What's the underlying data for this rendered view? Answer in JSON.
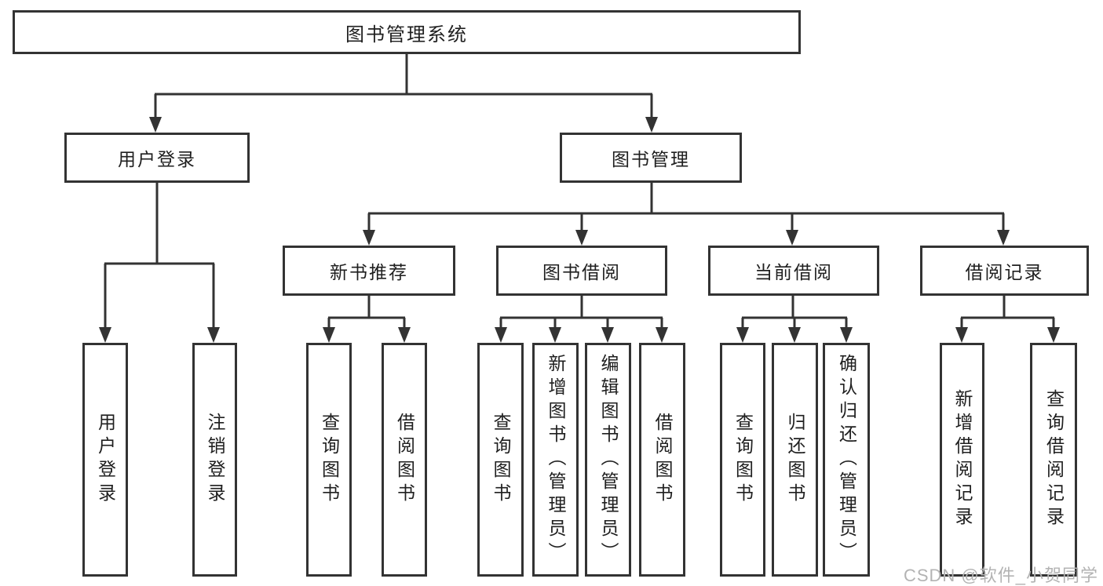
{
  "diagram": {
    "title_node": "图书管理系统",
    "level2": {
      "user_login": "用户登录",
      "book_management": "图书管理"
    },
    "level3": {
      "new_book_recommend": "新书推荐",
      "book_borrow": "图书借阅",
      "current_borrow": "当前借阅",
      "borrow_record": "借阅记录"
    },
    "leaves": {
      "user_login": [
        "用户登录",
        "注销登录"
      ],
      "new_book_recommend": [
        "查询图书",
        "借阅图书"
      ],
      "book_borrow": [
        "查询图书",
        "新增图书（管理员）",
        "编辑图书（管理员）",
        "借阅图书"
      ],
      "current_borrow": [
        "查询图书",
        "归还图书",
        "确认归还（管理员）"
      ],
      "borrow_record": [
        "新增借阅记录",
        "查询借阅记录"
      ]
    },
    "watermark": "CSDN @软件_小贺同学",
    "colors": {
      "line": "#333333",
      "text": "#1f1f1f",
      "watermark": "#b3b3b3",
      "background": "#ffffff"
    }
  }
}
